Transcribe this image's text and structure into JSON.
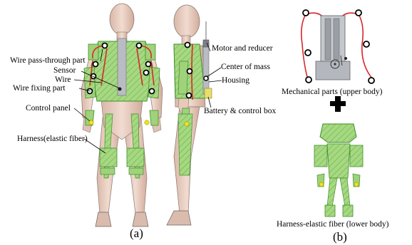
{
  "labels": {
    "wire_pass": "Wire pass-through part",
    "sensor": "Sensor",
    "wire": "Wire",
    "wire_fixing": "Wire fixing part",
    "control_panel": "Control panel",
    "harness": "Harness(elastic fiber)",
    "motor": "Motor and reducer",
    "center_mass": "Center of mass",
    "housing": "Housing",
    "battery": "Battery & control box",
    "mech_parts": "Mechanical parts (upper body)",
    "harness_lower": "Harness-elastic  fiber (lower body)"
  },
  "panels": {
    "a": "(a)",
    "b": "(b)"
  },
  "colors": {
    "harness_green": "#9fd27a",
    "harness_edge": "#3f8f2a",
    "wire_red": "#d9262a",
    "sensor_yellow": "#f2e21a",
    "mannequin": "#e9cdc0",
    "mannequin_edge": "#8a7a72",
    "metal": "#b9bcc2"
  }
}
